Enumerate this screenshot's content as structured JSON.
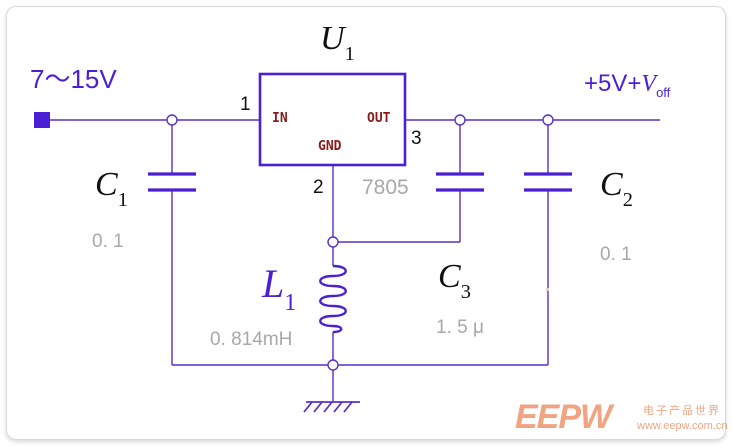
{
  "colors": {
    "wire": "#5b2fc7",
    "accent": "#4b1fd6",
    "pin_text": "#8b1a1a",
    "value_text": "#a8a8a8",
    "black": "#111111",
    "watermark": "#e45a1b"
  },
  "regulator": {
    "ref_letter": "U",
    "ref_index": "1",
    "part": "7805",
    "pin_in": "IN",
    "pin_out": "OUT",
    "pin_gnd": "GND",
    "pin1": "1",
    "pin2": "2",
    "pin3": "3"
  },
  "input": {
    "label": "7～15V"
  },
  "output": {
    "label_prefix": "+5V+",
    "v_letter": "V",
    "v_sub": "off"
  },
  "capacitors": [
    {
      "letter": "C",
      "index": "1",
      "value": "0. 1"
    },
    {
      "letter": "C",
      "index": "2",
      "value": "0. 1"
    },
    {
      "letter": "C",
      "index": "3",
      "value": "1. 5 μ"
    }
  ],
  "inductor": {
    "letter": "L",
    "index": "1",
    "value": "0. 814mH"
  },
  "watermark": {
    "logo": "EEPW",
    "cn": "电子产品世界",
    "url": "www.eepw.com.cn"
  }
}
